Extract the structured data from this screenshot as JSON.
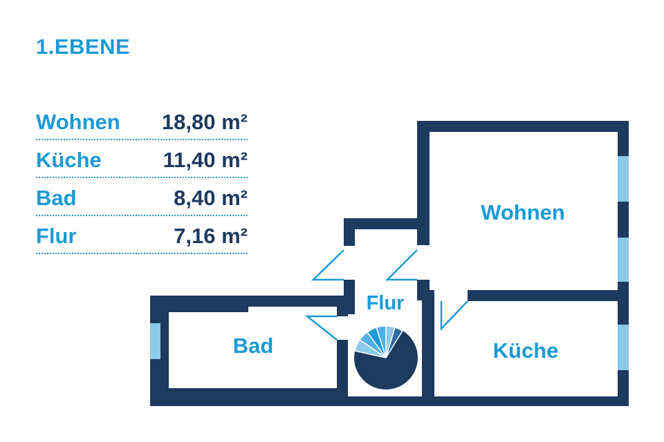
{
  "title": "1.EBENE",
  "areas": [
    {
      "room": "Wohnen",
      "size": "18,80 m²"
    },
    {
      "room": "Küche",
      "size": "11,40 m²"
    },
    {
      "room": "Bad",
      "size": "8,40 m²"
    },
    {
      "room": "Flur",
      "size": "7,16 m²"
    }
  ],
  "plan": {
    "labels": {
      "wohnen": "Wohnen",
      "kueche": "Küche",
      "bad": "Bad",
      "flur": "Flur"
    }
  },
  "colors": {
    "accent": "#1a9ad6",
    "wall": "#1d3a5f",
    "window": "#8ccbea"
  }
}
